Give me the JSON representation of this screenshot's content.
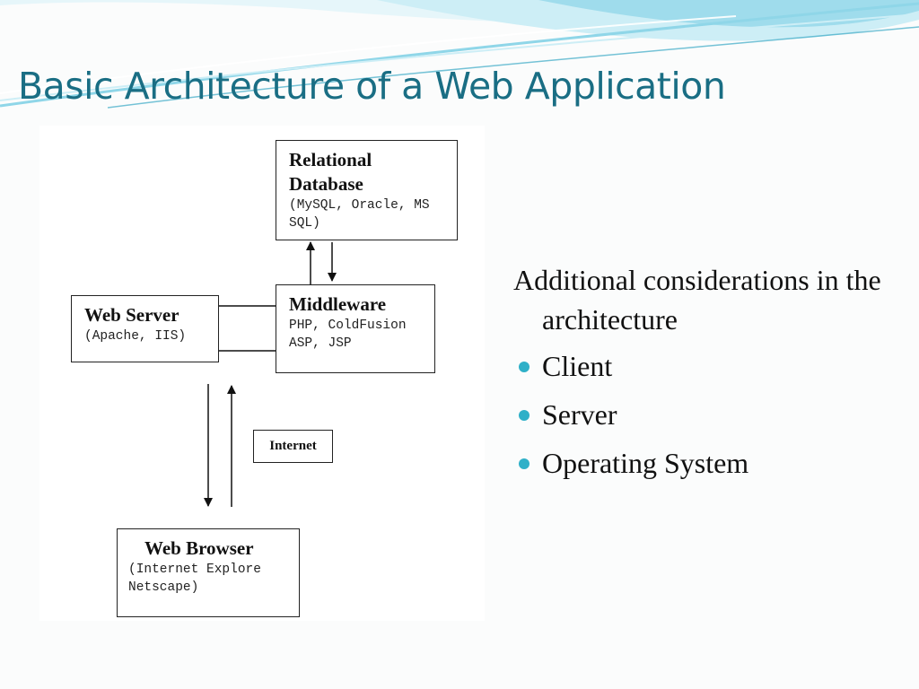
{
  "title": "Basic Architecture of a Web Application",
  "colors": {
    "title": "#1a6e84",
    "bullet": "#2fb0c8",
    "swoosh_light": "#cdeef6",
    "swoosh_mid": "#8fd6e8",
    "swoosh_dark": "#3aa9c6"
  },
  "diagram": {
    "relational_database": {
      "title": "Relational\nDatabase",
      "subtitle": "(MySQL, Oracle, MS\nSQL)"
    },
    "middleware": {
      "title": "Middleware",
      "subtitle": "PHP, ColdFusion\nASP, JSP"
    },
    "web_server": {
      "title": "Web Server",
      "subtitle": "(Apache, IIS)"
    },
    "internet": {
      "title": "Internet"
    },
    "web_browser": {
      "title": "Web Browser",
      "subtitle": "(Internet Explore\nNetscape)"
    }
  },
  "content": {
    "lead": "Additional considerations in the architecture",
    "bullets": [
      "Client",
      "Server",
      "Operating System"
    ]
  }
}
